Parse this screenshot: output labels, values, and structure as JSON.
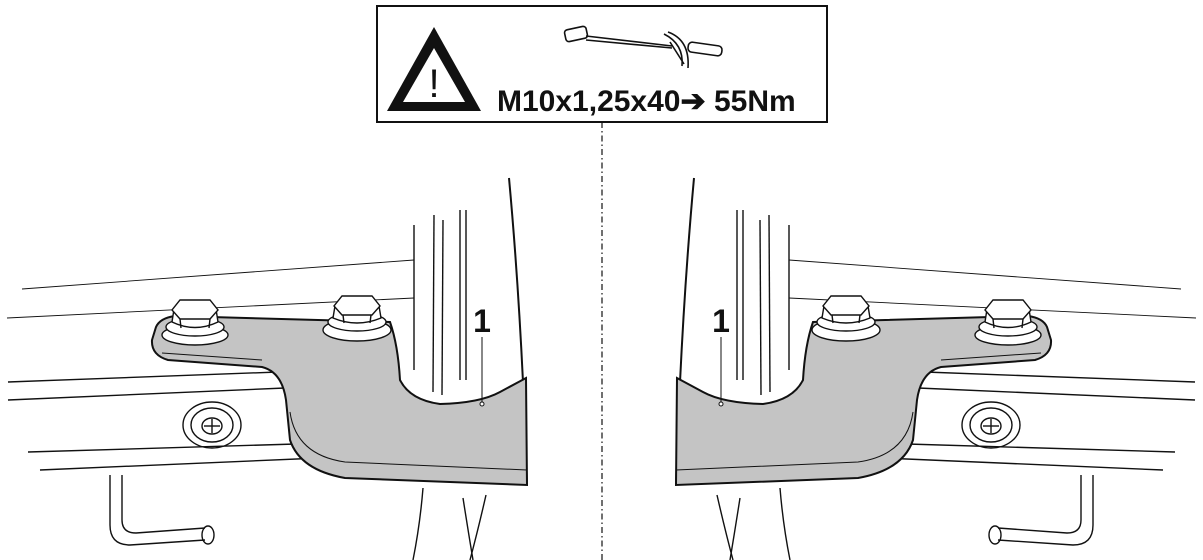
{
  "torque_box": {
    "spec_text": "M10x1,25x40➔ 55Nm",
    "warning_symbol": "!",
    "icon": "torque-wrench-icon"
  },
  "callouts": {
    "left_label": "1",
    "right_label": "1"
  },
  "colors": {
    "bracket_fill": "#c4c4c4",
    "line": "#111111",
    "background": "#ffffff"
  }
}
